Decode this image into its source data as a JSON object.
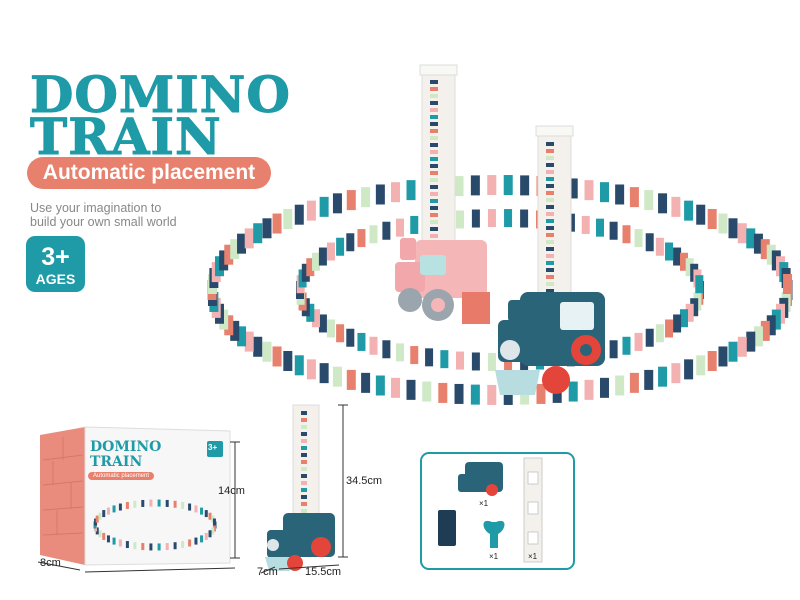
{
  "headline": {
    "line1": "DOMINO",
    "line2": "TRAIN"
  },
  "subtitle": "Automatic placement",
  "tagline": "Use your imagination to build your own small world",
  "age_badge": {
    "number": "3+",
    "label": "AGES"
  },
  "box": {
    "title_line1": "DOMINO",
    "title_line2": "TRAIN",
    "subtitle": "Automatic placement",
    "age": "3+",
    "dims": {
      "height": "14cm",
      "depth": "8cm"
    }
  },
  "product_dims": {
    "height": "34.5cm",
    "depth": "7cm",
    "width": "15.5cm"
  },
  "contents": [
    {
      "item": "train",
      "qty": "×1"
    },
    {
      "item": "dispenser",
      "qty": "×1"
    },
    {
      "item": "tower",
      "qty": "×1"
    }
  ],
  "colors": {
    "teal": "#1f9aa7",
    "coral": "#e8806e",
    "navy": "#2a4a6b",
    "mint": "#cfe9c7",
    "pink": "#f3b1b1"
  }
}
